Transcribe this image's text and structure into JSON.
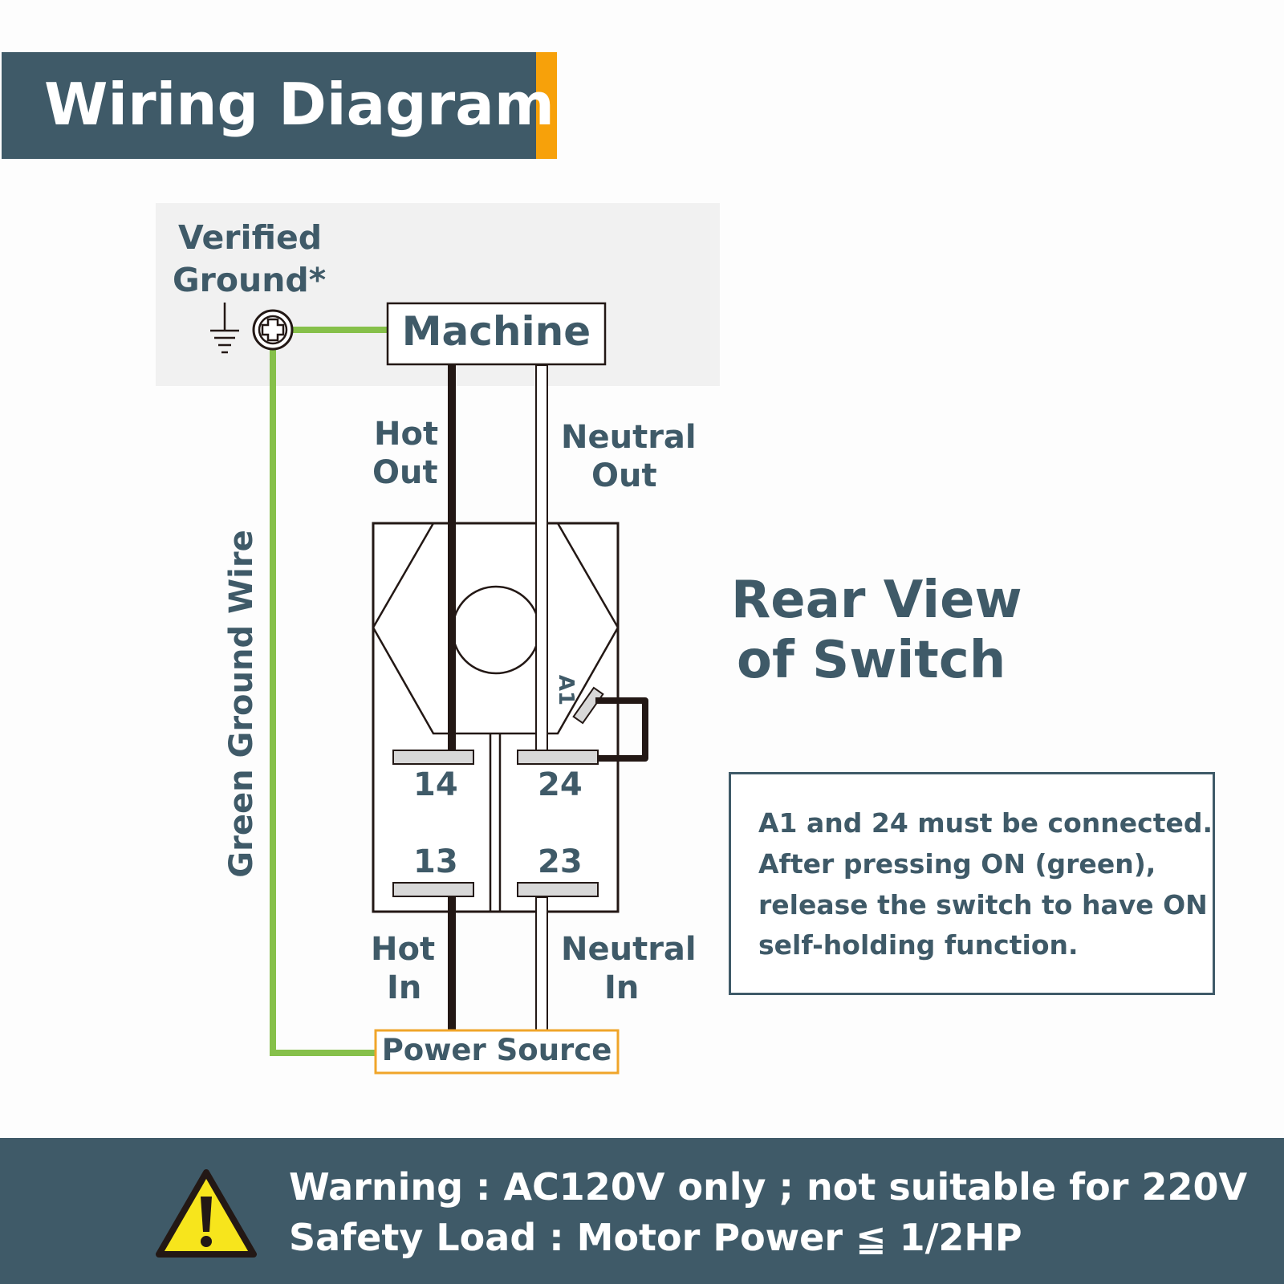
{
  "title": "Wiring Diagram",
  "colors": {
    "header_bg": "#3f5a68",
    "accent_orange": "#f7a10a",
    "ground_wire_green": "#86c04a",
    "hot_wire": "#231815",
    "text_dark_slate": "#3f5a68",
    "power_source_border": "#f0a52a",
    "warning_yellow": "#f7e51c"
  },
  "labels": {
    "verified_ground_line1": "Verified",
    "verified_ground_line2": "Ground*",
    "machine": "Machine",
    "hot_out_line1": "Hot",
    "hot_out_line2": "Out",
    "neutral_out_line1": "Neutral",
    "neutral_out_line2": "Out",
    "green_ground_wire": "Green Ground Wire",
    "terminal_a1": "A1",
    "terminal_14": "14",
    "terminal_24": "24",
    "terminal_13": "13",
    "terminal_23": "23",
    "hot_in_line1": "Hot",
    "hot_in_line2": "In",
    "neutral_in_line1": "Neutral",
    "neutral_in_line2": "In",
    "power_source": "Power Source",
    "rear_view_line1": "Rear View",
    "rear_view_line2": "of Switch"
  },
  "note": {
    "line1": "A1 and 24 must be connected.",
    "line2": "After pressing ON (green),",
    "line3": "release the switch to have ON",
    "line4": "self-holding function."
  },
  "footer": {
    "warning_line": "Warning :  AC120V only ; not suitable for 220V",
    "safety_line": "Safety Load : Motor Power ≦ 1/2HP",
    "icon": "warning-triangle-icon"
  }
}
